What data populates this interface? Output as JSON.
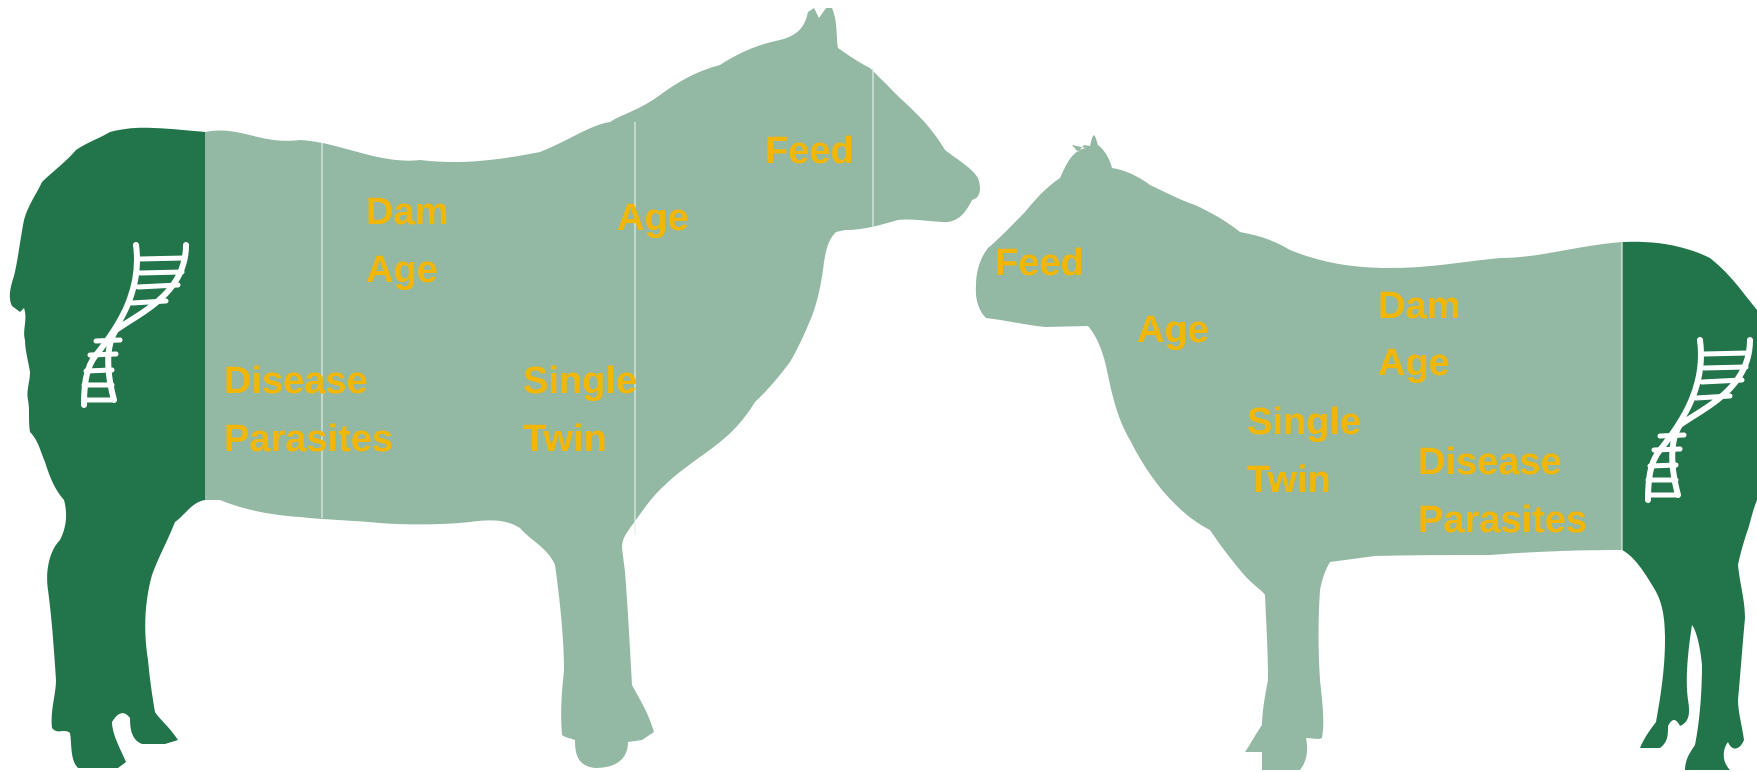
{
  "colors": {
    "body": "#93b8a4",
    "genetics": "#22744a",
    "label": "#f2b705",
    "background": "#ffffff",
    "icon": "#ffffff"
  },
  "icons": [
    "dna-icon"
  ],
  "sheep_left": {
    "feed": "Feed",
    "age": "Age",
    "dam_age_line1": "Dam",
    "dam_age_line2": "Age",
    "disease_line1": "Disease",
    "disease_line2": "Parasites",
    "birth_line1": "Single",
    "birth_line2": "Twin"
  },
  "sheep_right": {
    "feed": "Feed",
    "age": "Age",
    "dam_age_line1": "Dam",
    "dam_age_line2": "Age",
    "disease_line1": "Disease",
    "disease_line2": "Parasites",
    "birth_line1": "Single",
    "birth_line2": "Twin"
  }
}
